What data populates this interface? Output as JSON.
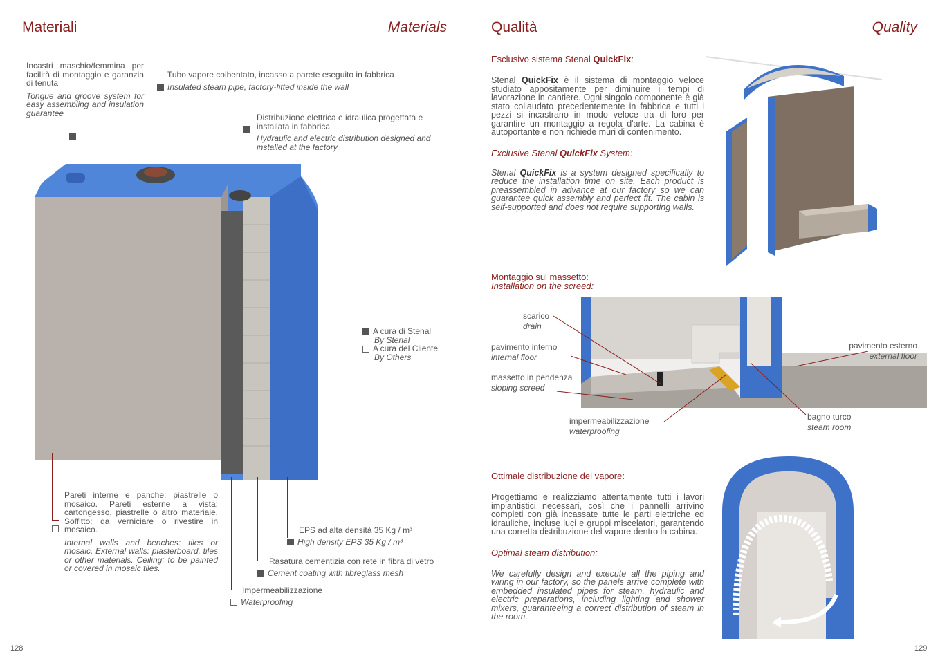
{
  "left": {
    "title": "Materiali",
    "title_en": "Materials",
    "page": "128",
    "labels": {
      "tongue_it": "Incastri maschio/femmina per facilità di montaggio e garanzia di tenuta",
      "tongue_en": "Tongue and groove system for easy assembling and insulation guarantee",
      "pipe_it": "Tubo vapore coibentato, incasso a parete eseguito in fabbrica",
      "pipe_en": "Insulated steam pipe, factory-fitted inside the wall",
      "dist_it": "Distribuzione elettrica e idraulica progettata e installata in fabbrica",
      "dist_en": "Hydraulic and electric distribution designed and installed at the factory",
      "walls_it": "Pareti interne e panche: piastrelle o mosaico. Pareti esterne a vista: cartongesso, piastrelle o altro materiale. Soffitto: da verniciare o rivestire in mosaico.",
      "walls_en": "Internal walls and benches: tiles or mosaic. External walls: plasterboard, tiles or other materials. Ceiling: to be painted or covered in mosaic tiles.",
      "eps_it": "EPS ad alta densità 35 Kg / m³",
      "eps_en": "High density EPS 35 Kg / m³",
      "cement_it": "Rasatura cementizia con rete in fibra di vetro",
      "cement_en": "Cement coating with fibreglass mesh",
      "water_it": "Impermeabilizzazione",
      "water_en": "Waterproofing"
    },
    "legend": {
      "stenal_it": "A cura di Stenal",
      "stenal_en": "By Stenal",
      "client_it": "A cura del Cliente",
      "client_en": "By Others"
    }
  },
  "right": {
    "title": "Qualità",
    "title_en": "Quality",
    "page": "129",
    "quickfix": {
      "head_pre": "Esclusivo sistema Stenal ",
      "brand": "QuickFix",
      "head_post": ":",
      "body_pre": "Stenal ",
      "body": " è il sistema di montaggio veloce studiato appositamente per diminuire i tempi di lavorazione in cantiere. Ogni singolo componente è già stato collaudato precedentemente in fabbrica e tutti i pezzi si incastrano in modo veloce tra di loro per garantire un montaggio a regola d'arte. La cabina è autoportante e non richiede muri di contenimento.",
      "head_en_pre": "Exclusive Stenal ",
      "head_en_post": " System:",
      "body_en": " is a system designed specifically to reduce the installation time on site. Each product is preassembled in advance at our factory so we can guarantee quick assembly and perfect fit. The cabin is self-supported and does not require supporting walls."
    },
    "screed": {
      "head": "Montaggio sul massetto:",
      "head_en": "Installation on the screed:",
      "labels": {
        "drain_it": "scarico",
        "drain_en": "drain",
        "int_it": "pavimento interno",
        "int_en": "internal floor",
        "slope_it": "massetto in pendenza",
        "slope_en": "sloping screed",
        "wp_it": "impermeabilizzazione",
        "wp_en": "waterproofing",
        "ext_it": "pavimento esterno",
        "ext_en": "external floor",
        "steam_it": "bagno turco",
        "steam_en": "steam room"
      }
    },
    "steam": {
      "head": "Ottimale distribuzione del vapore:",
      "body": "Progettiamo e realizziamo attentamente tutti i lavori impiantistici necessari, così che i pannelli arrivino completi con già incassate tutte le parti elettriche ed idrauliche, incluse luci e gruppi miscelatori, garantendo una corretta distribuzione del vapore dentro la cabina.",
      "head_en": "Optimal steam distribution:",
      "body_en": "We carefully design and execute all the piping and wiring in our factory, so the panels arrive complete with embedded insulated pipes for steam, hydraulic and electric preparations, including lighting and shower mixers, guaranteeing a correct distribution of steam in the room."
    }
  },
  "colors": {
    "accent": "#8a1f1f",
    "blue": "#3d72c8",
    "panel": "#b8b0aa"
  }
}
